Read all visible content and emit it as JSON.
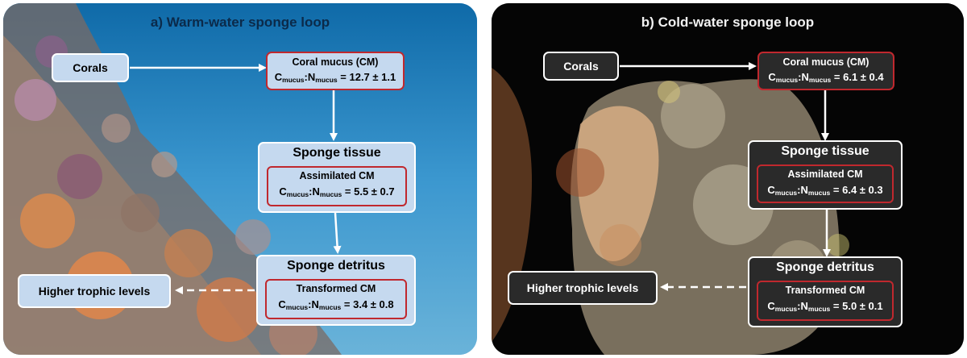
{
  "colors": {
    "box_border_highlight": "#c0282e",
    "box_border": "#ffffff",
    "panel_a_box_fill": "#c5d9ef",
    "panel_b_box_fill": "#2a2a2a"
  },
  "panels": [
    {
      "title": "a)  Warm-water sponge loop",
      "corals": "Corals",
      "mucus": {
        "title": "Coral mucus (CM)",
        "c": "C",
        "cs": "mucus",
        "sep": ":N",
        "ns": "mucus",
        "val": " = 12.7 ± 1.1"
      },
      "tissue": {
        "title": "Sponge tissue",
        "sub": "Assimilated CM",
        "c": "C",
        "cs": "mucus",
        "sep": ":N",
        "ns": "mucus",
        "val": " = 5.5 ± 0.7"
      },
      "detritus": {
        "title": "Sponge detritus",
        "sub": "Transformed CM",
        "c": "C",
        "cs": "mucus",
        "sep": ":N",
        "ns": "mucus",
        "val": " = 3.4 ± 0.8"
      },
      "higher": "Higher trophic levels"
    },
    {
      "title": "b)  Cold-water sponge loop",
      "corals": "Corals",
      "mucus": {
        "title": "Coral mucus (CM)",
        "c": "C",
        "cs": "mucus",
        "sep": ":N",
        "ns": "mucus",
        "val": " = 6.1 ± 0.4"
      },
      "tissue": {
        "title": "Sponge tissue",
        "sub": "Assimilated CM",
        "c": "C",
        "cs": "mucus",
        "sep": ":N",
        "ns": "mucus",
        "val": " = 6.4 ± 0.3"
      },
      "detritus": {
        "title": "Sponge detritus",
        "sub": "Transformed CM",
        "c": "C",
        "cs": "mucus",
        "sep": ":N",
        "ns": "mucus",
        "val": " = 5.0 ± 0.1"
      },
      "higher": "Higher trophic levels"
    }
  ]
}
